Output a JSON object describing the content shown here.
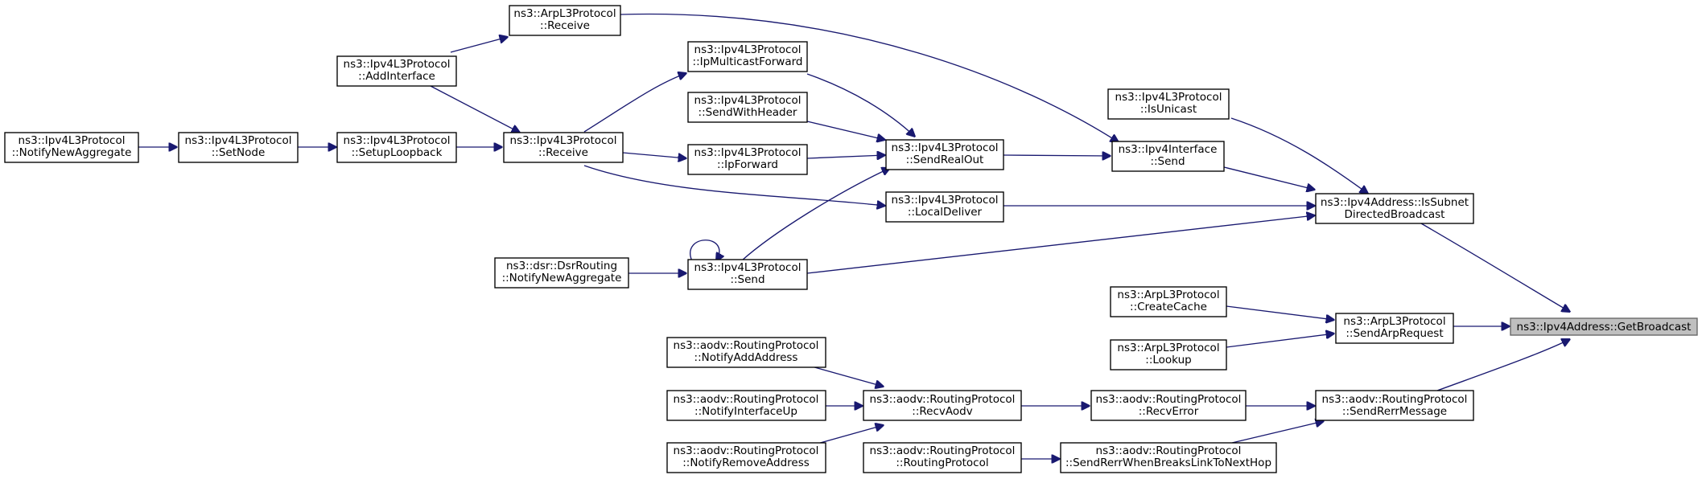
{
  "nodes": {
    "getbroadcast": {
      "line1": "ns3::Ipv4Address::GetBroadcast"
    },
    "issubnet": {
      "line1": "ns3::Ipv4Address::IsSubnet",
      "line2": "DirectedBroadcast"
    },
    "sendarprequest": {
      "line1": "ns3::ArpL3Protocol",
      "line2": "::SendArpRequest"
    },
    "sendrerrmessage": {
      "line1": "ns3::aodv::RoutingProtocol",
      "line2": "::SendRerrMessage"
    },
    "isunicast": {
      "line1": "ns3::Ipv4L3Protocol",
      "line2": "::IsUnicast"
    },
    "ifacesend": {
      "line1": "ns3::Ipv4Interface",
      "line2": "::Send"
    },
    "sendrealout": {
      "line1": "ns3::Ipv4L3Protocol",
      "line2": "::SendRealOut"
    },
    "localdeliver": {
      "line1": "ns3::Ipv4L3Protocol",
      "line2": "::LocalDeliver"
    },
    "ipsend": {
      "line1": "ns3::Ipv4L3Protocol",
      "line2": "::Send"
    },
    "createcache": {
      "line1": "ns3::ArpL3Protocol",
      "line2": "::CreateCache"
    },
    "lookup": {
      "line1": "ns3::ArpL3Protocol",
      "line2": "::Lookup"
    },
    "recverror": {
      "line1": "ns3::aodv::RoutingProtocol",
      "line2": "::RecvError"
    },
    "sendrerrwhenbreaks": {
      "line1": "ns3::aodv::RoutingProtocol",
      "line2": "::SendRerrWhenBreaksLinkToNextHop"
    },
    "arpreceive": {
      "line1": "ns3::ArpL3Protocol",
      "line2": "::Receive"
    },
    "ipmulticastforward": {
      "line1": "ns3::Ipv4L3Protocol",
      "line2": "::IpMulticastForward"
    },
    "sendwithheader": {
      "line1": "ns3::Ipv4L3Protocol",
      "line2": "::SendWithHeader"
    },
    "ipforward": {
      "line1": "ns3::Ipv4L3Protocol",
      "line2": "::IpForward"
    },
    "ipreceive": {
      "line1": "ns3::Ipv4L3Protocol",
      "line2": "::Receive"
    },
    "addinterface": {
      "line1": "ns3::Ipv4L3Protocol",
      "line2": "::AddInterface"
    },
    "setuploopback": {
      "line1": "ns3::Ipv4L3Protocol",
      "line2": "::SetupLoopback"
    },
    "setnode": {
      "line1": "ns3::Ipv4L3Protocol",
      "line2": "::SetNode"
    },
    "notifynewaggregate": {
      "line1": "ns3::Ipv4L3Protocol",
      "line2": "::NotifyNewAggregate"
    },
    "dsrnotifynewagg": {
      "line1": "ns3::dsr::DsrRouting",
      "line2": "::NotifyNewAggregate"
    },
    "recvaodv": {
      "line1": "ns3::aodv::RoutingProtocol",
      "line2": "::RecvAodv"
    },
    "routingprotocol": {
      "line1": "ns3::aodv::RoutingProtocol",
      "line2": "::RoutingProtocol"
    },
    "notifyaddaddress": {
      "line1": "ns3::aodv::RoutingProtocol",
      "line2": "::NotifyAddAddress"
    },
    "notifyifaceup": {
      "line1": "ns3::aodv::RoutingProtocol",
      "line2": "::NotifyInterfaceUp"
    },
    "notifyremoveaddr": {
      "line1": "ns3::aodv::RoutingProtocol",
      "line2": "::NotifyRemoveAddress"
    }
  }
}
